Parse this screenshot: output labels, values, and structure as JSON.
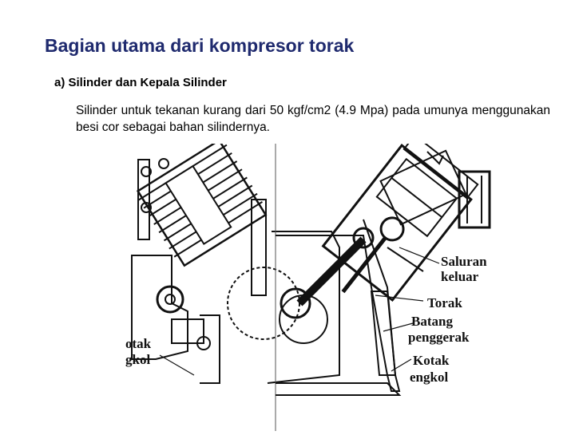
{
  "slide": {
    "title": "Bagian utama dari kompresor torak",
    "subtitle": "a) Silinder dan Kepala Silinder",
    "body": "Silinder untuk tekanan kurang dari 50 kgf/cm2 (4.9 Mpa) pada umunya menggunakan besi cor sebagai bahan silindernya."
  },
  "figure": {
    "labels": {
      "saluran_keluar_1": "Saluran",
      "saluran_keluar_2": "keluar",
      "torak": "Torak",
      "batang_penggerak_1": "Batang",
      "batang_penggerak_2": "penggerak",
      "kotak_engkol_1": "Kotak",
      "kotak_engkol_2": "engkol",
      "left_kotak_1": "otak",
      "left_kotak_2": "gkol"
    }
  }
}
